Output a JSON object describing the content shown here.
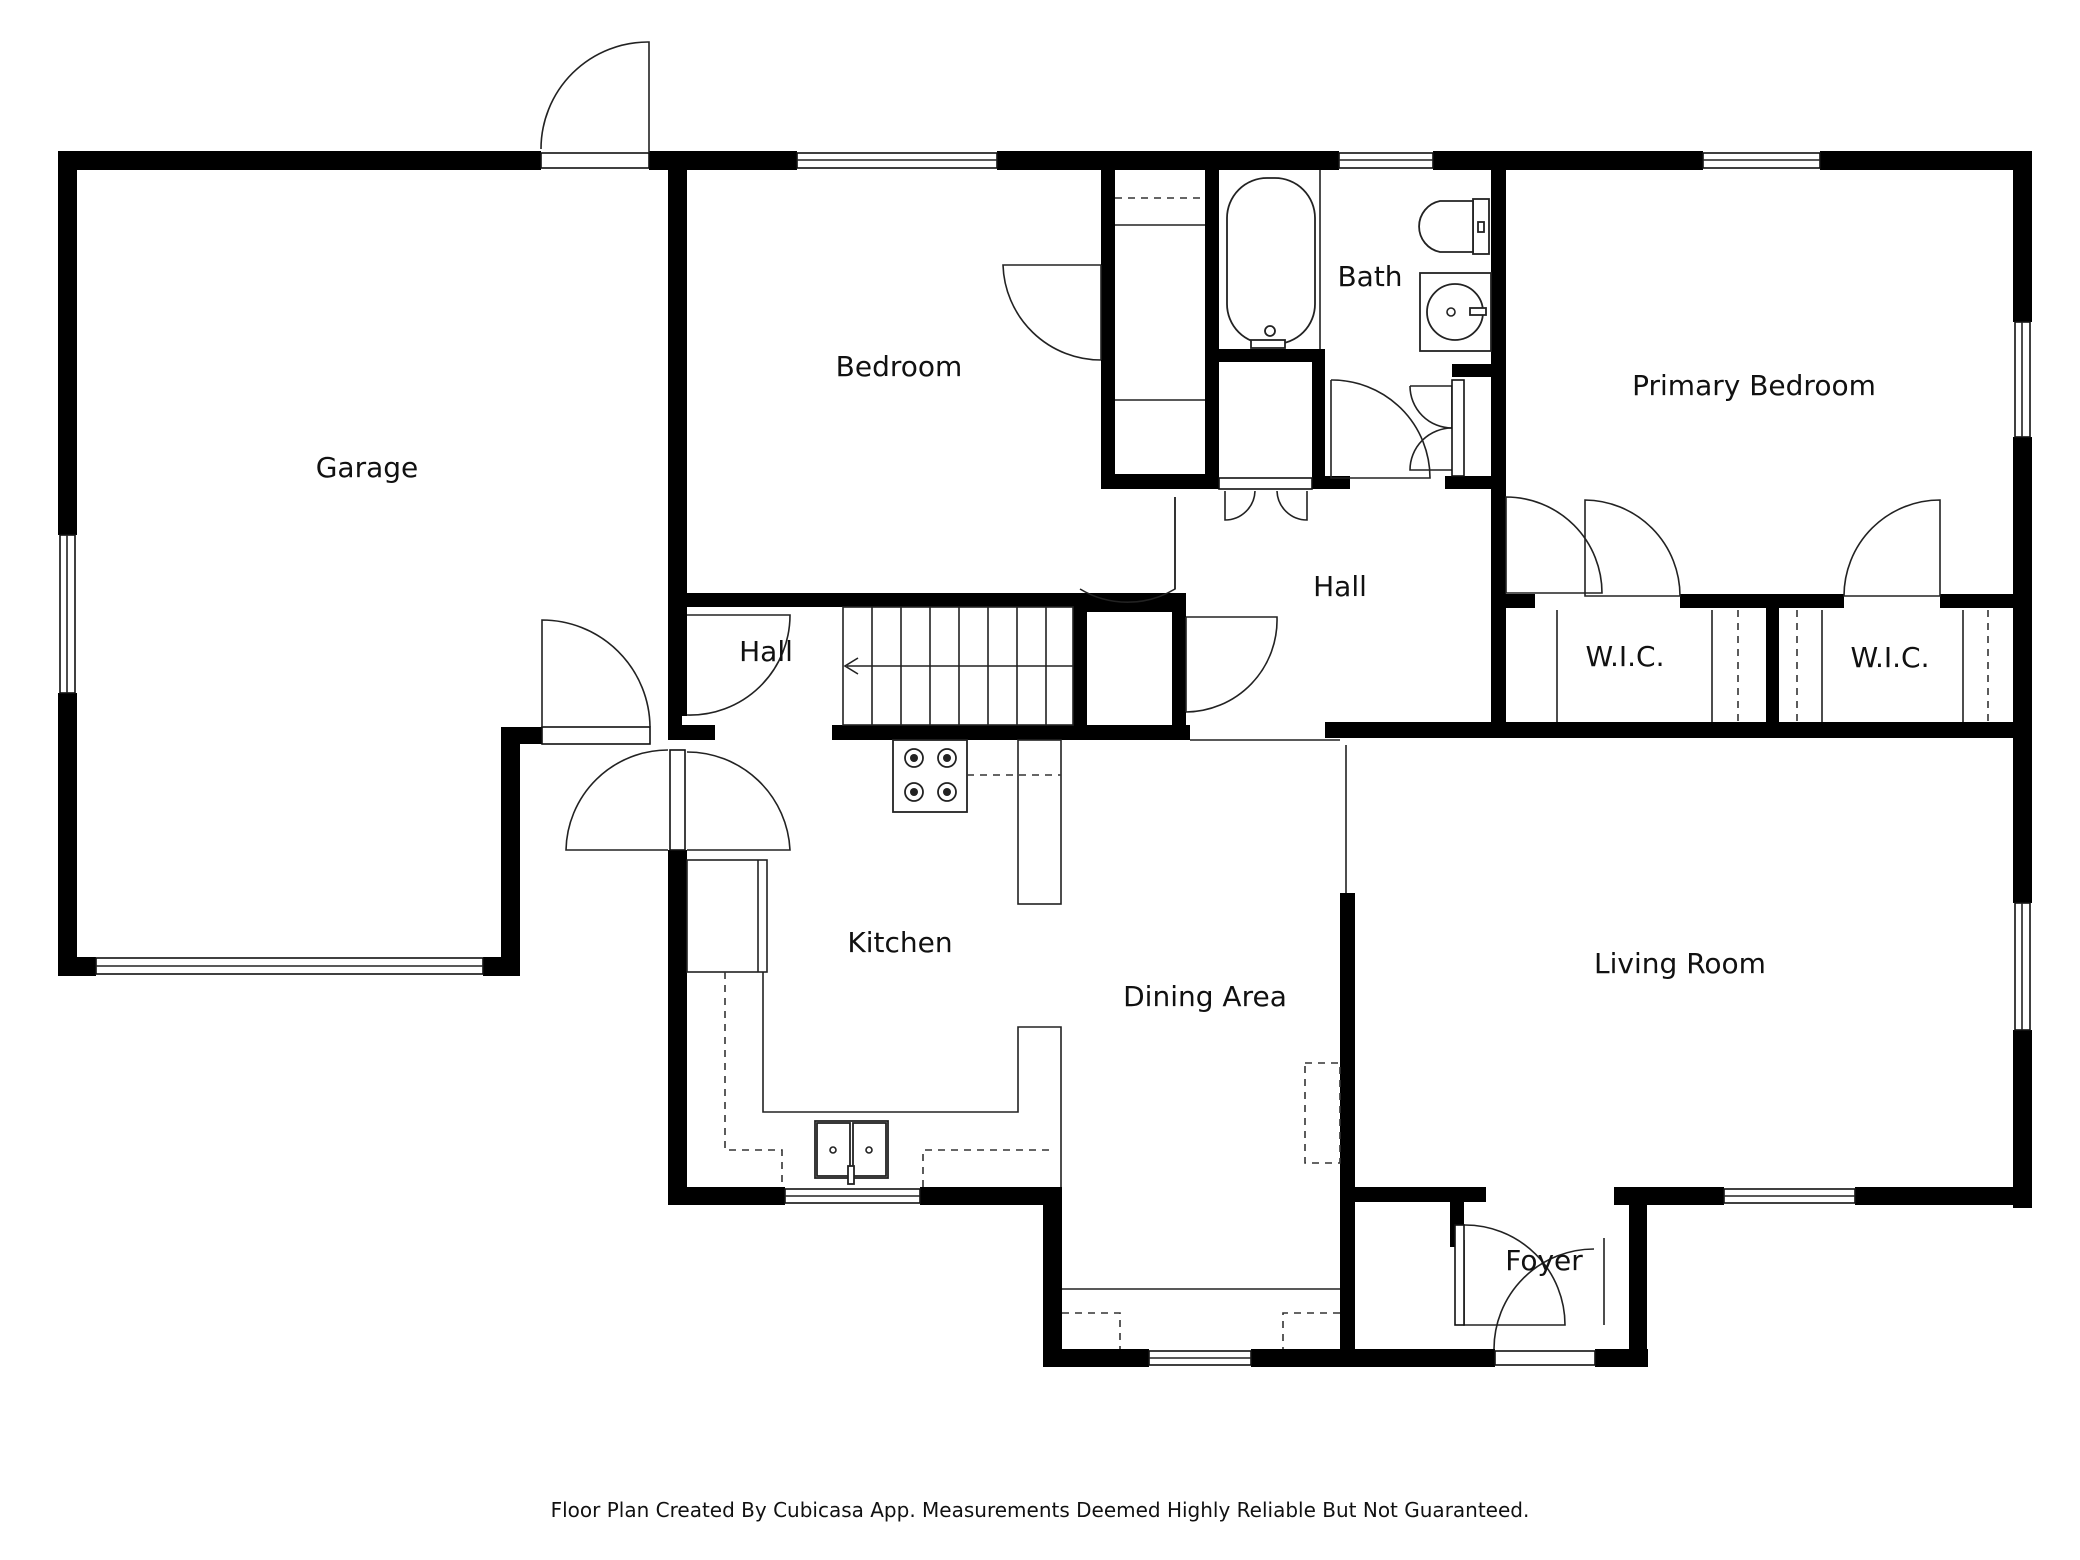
{
  "rooms": {
    "garage": "Garage",
    "bedroom": "Bedroom",
    "bath": "Bath",
    "primary_bedroom": "Primary Bedroom",
    "hall_upper": "Hall",
    "hall_left": "Hall",
    "wic_left": "W.I.C.",
    "wic_right": "W.I.C.",
    "kitchen": "Kitchen",
    "dining_area": "Dining Area",
    "living_room": "Living Room",
    "foyer": "Foyer"
  },
  "footer": {
    "note": "Floor Plan Created By Cubicasa App. Measurements Deemed Highly Reliable But Not Guaranteed."
  },
  "colors": {
    "wall": "#000000",
    "background": "#ffffff",
    "line": "#222222"
  }
}
